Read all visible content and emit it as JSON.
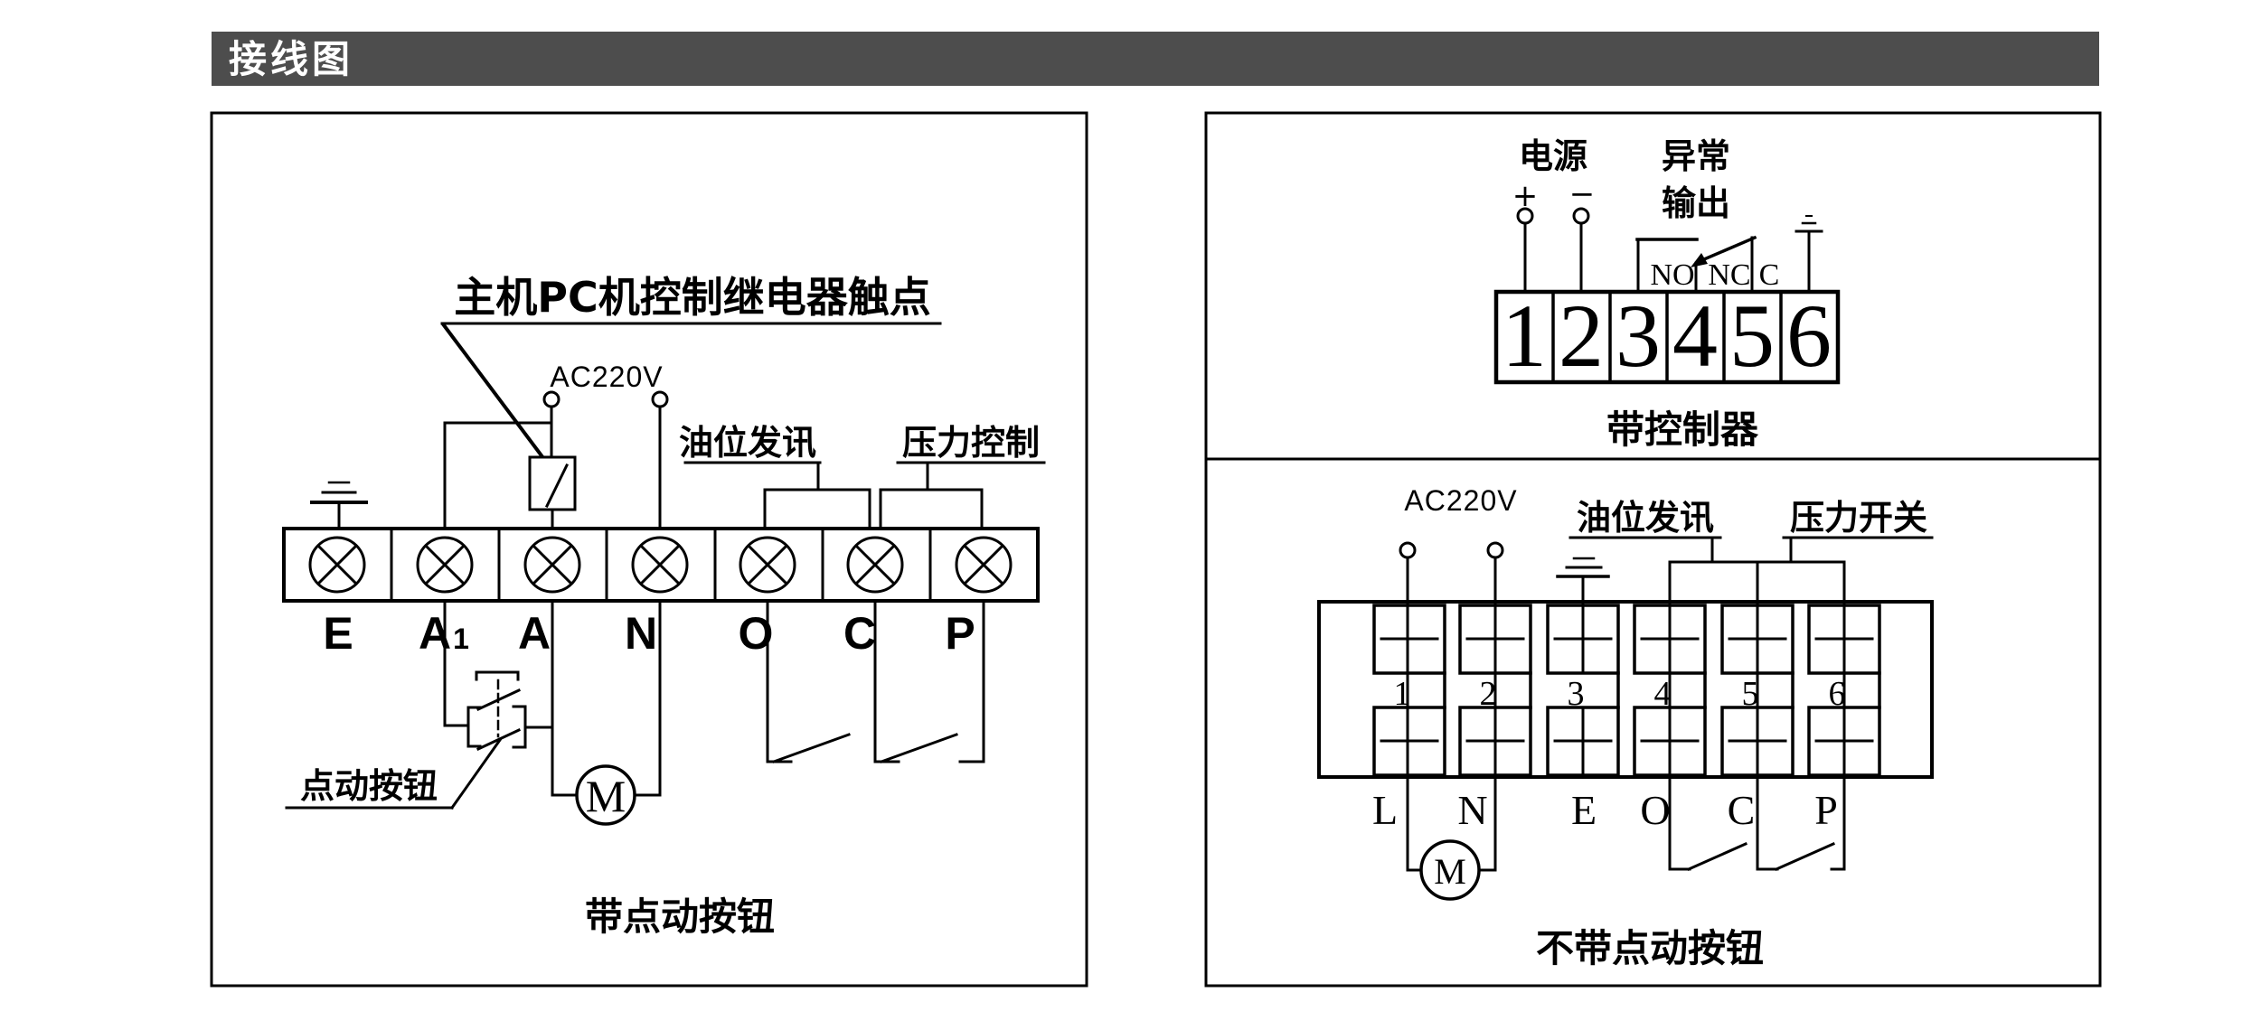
{
  "title_bar": {
    "label": "接线图",
    "bg_color": "#4d4d4d",
    "text_color": "#ffffff"
  },
  "left_panel": {
    "heading": "主机PC机控制继电器触点",
    "power_label": "AC220V",
    "oil_level_label": "油位发讯",
    "pressure_label": "压力控制",
    "jog_button_label": "点动按钮",
    "motor_label": "M",
    "terminals": [
      "E",
      "A",
      "A",
      "N",
      "O",
      "C",
      "P"
    ],
    "a1_subscript": "1",
    "caption": "带点动按钮"
  },
  "right_panel": {
    "top": {
      "power_label": "电源",
      "power_plus": "+",
      "power_minus": "−",
      "abnormal_line1": "异常",
      "abnormal_line2": "输出",
      "contact_labels": [
        "NO",
        "NC",
        "C"
      ],
      "terminal_numbers": [
        "1",
        "2",
        "3",
        "4",
        "5",
        "6"
      ],
      "caption": "带控制器"
    },
    "bottom": {
      "power_label": "AC220V",
      "oil_level_label": "油位发讯",
      "pressure_label": "压力开关",
      "terminal_numbers": [
        "1",
        "2",
        "3",
        "4",
        "5",
        "6"
      ],
      "terminal_letters": [
        "L",
        "N",
        "E",
        "O",
        "C",
        "P"
      ],
      "motor_label": "M",
      "caption": "不带点动按钮"
    }
  },
  "colors": {
    "line": "#000000",
    "background": "#ffffff"
  }
}
